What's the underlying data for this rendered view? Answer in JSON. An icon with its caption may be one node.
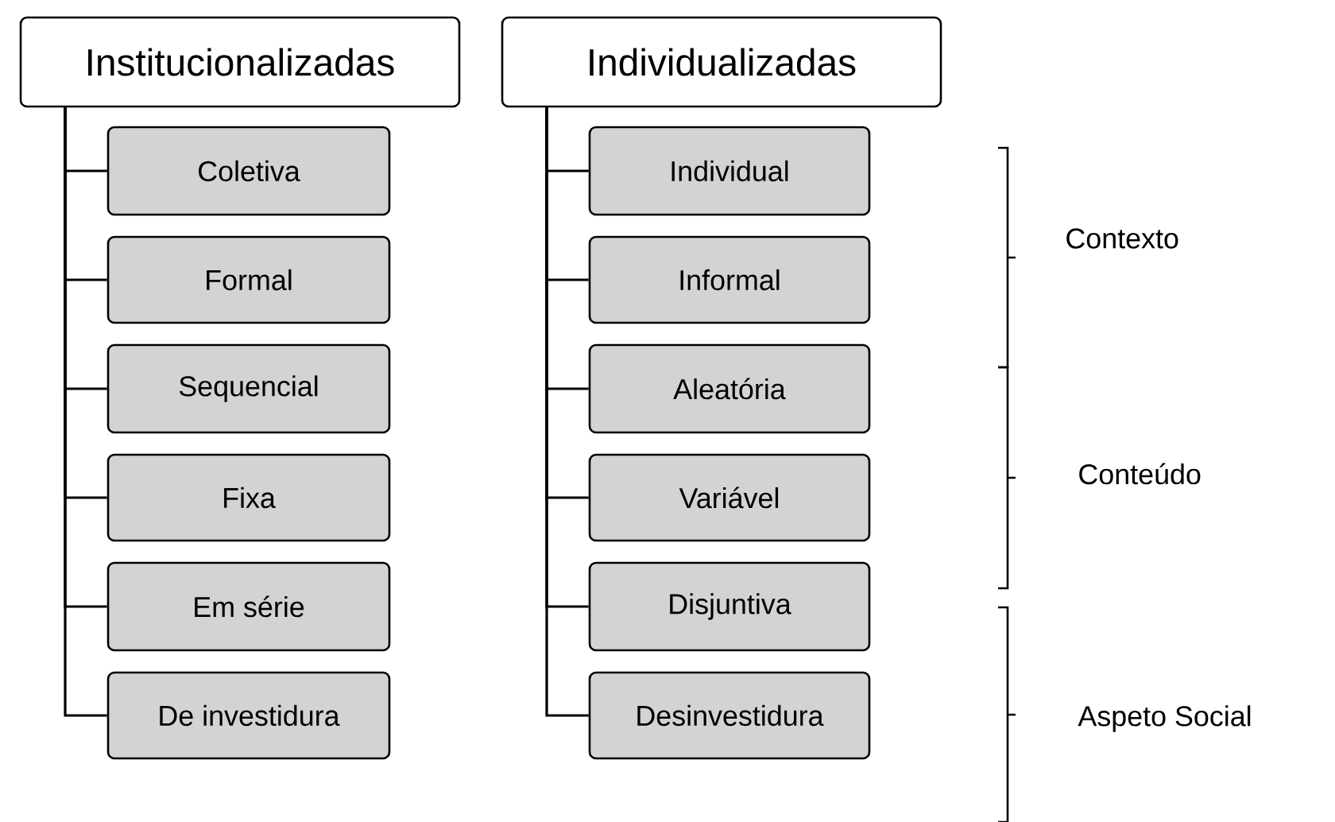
{
  "diagram": {
    "nodes": [
      {
        "text": [
          "Institucionalizadas"
        ]
      },
      {
        "text": [
          "Coletiva"
        ]
      },
      {
        "text": [
          "Formal"
        ]
      },
      {
        "text": [
          "Sequencial"
        ]
      },
      {
        "text": [
          "Fixa"
        ]
      },
      {
        "text": [
          "Em série"
        ]
      },
      {
        "text": [
          "De investidura"
        ]
      },
      {
        "text": [
          "Individualizadas"
        ]
      },
      {
        "text": [
          "Individual"
        ]
      },
      {
        "text": [
          "Informal"
        ]
      },
      {
        "text": [
          "Aleatória"
        ]
      },
      {
        "text": [
          "Variável"
        ]
      },
      {
        "text": [
          "Disjuntiva"
        ]
      },
      {
        "text": [
          "Desinvestidura"
        ]
      }
    ],
    "edges": [
      {
        "from": 0,
        "to": 1,
        "arrow": "none"
      },
      {
        "from": 0,
        "to": 2,
        "arrow": "none"
      },
      {
        "from": 0,
        "to": 3,
        "arrow": "none"
      },
      {
        "from": 0,
        "to": 4,
        "arrow": "none"
      },
      {
        "from": 0,
        "to": 5,
        "arrow": "none"
      },
      {
        "from": 0,
        "to": 6,
        "arrow": "none"
      },
      {
        "from": 7,
        "to": 8,
        "arrow": "none"
      },
      {
        "from": 7,
        "to": 9,
        "arrow": "none"
      },
      {
        "from": 7,
        "to": 10,
        "arrow": "none"
      },
      {
        "from": 7,
        "to": 11,
        "arrow": "none"
      },
      {
        "from": 7,
        "to": 12,
        "arrow": "none"
      },
      {
        "from": 7,
        "to": 13,
        "arrow": "none"
      }
    ],
    "labels": [
      "Contexto",
      "Conteúdo",
      "Aspeto Social"
    ]
  }
}
